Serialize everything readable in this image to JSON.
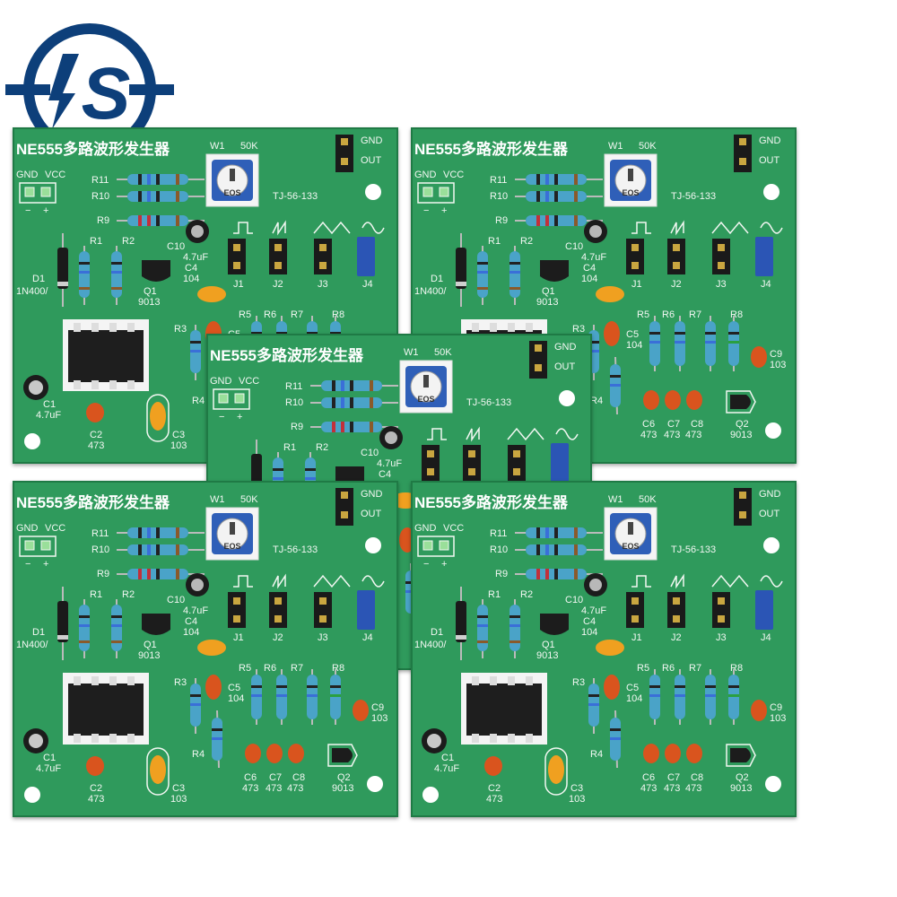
{
  "logo": {
    "text": "S",
    "color": "#0d3f7a"
  },
  "board": {
    "title": "NE555多路波形发生器",
    "pot_label": "W1",
    "pot_value": "50K",
    "pot_marking": "EOS",
    "model": "TJ-56-133",
    "out_gnd": "GND",
    "out_out": "OUT",
    "pwr_gnd": "GND",
    "pwr_vcc": "VCC",
    "pwr_minus": "−",
    "pwr_plus": "+",
    "r11": "R11",
    "r10": "R10",
    "r9": "R9",
    "r1": "R1",
    "r2": "R2",
    "r3": "R3",
    "r4": "R4",
    "r5": "R5",
    "r6": "R6",
    "r7": "R7",
    "r8": "R8",
    "d1": "D1",
    "d1_val": "1N400/",
    "q1": "Q1",
    "q1_val": "9013",
    "q2": "Q2",
    "q2_val": "9013",
    "c10": "C10",
    "c10_val": "4.7uF",
    "c4": "C4",
    "c4_val": "104",
    "c5": "C5",
    "c5_val": "104",
    "c1": "C1",
    "c1_val": "4.7uF",
    "c2": "C2",
    "c2_val": "473",
    "c3": "C3",
    "c3_val": "103",
    "c6": "C6",
    "c6_val": "473",
    "c7": "C7",
    "c7_val": "473",
    "c8": "C8",
    "c8_val": "473",
    "c9": "C9",
    "c9_val": "103",
    "j1": "J1",
    "j2": "J2",
    "j3": "J3",
    "j4": "J4",
    "colors": {
      "pcb": "#2f9a5c",
      "silk": "#f2f7f2",
      "resistor": "#4aa3c8",
      "ceramic": "#d9541e",
      "film": "#f0a020",
      "pot": "#2f5fb8",
      "jumper": "#2b55b5"
    }
  }
}
